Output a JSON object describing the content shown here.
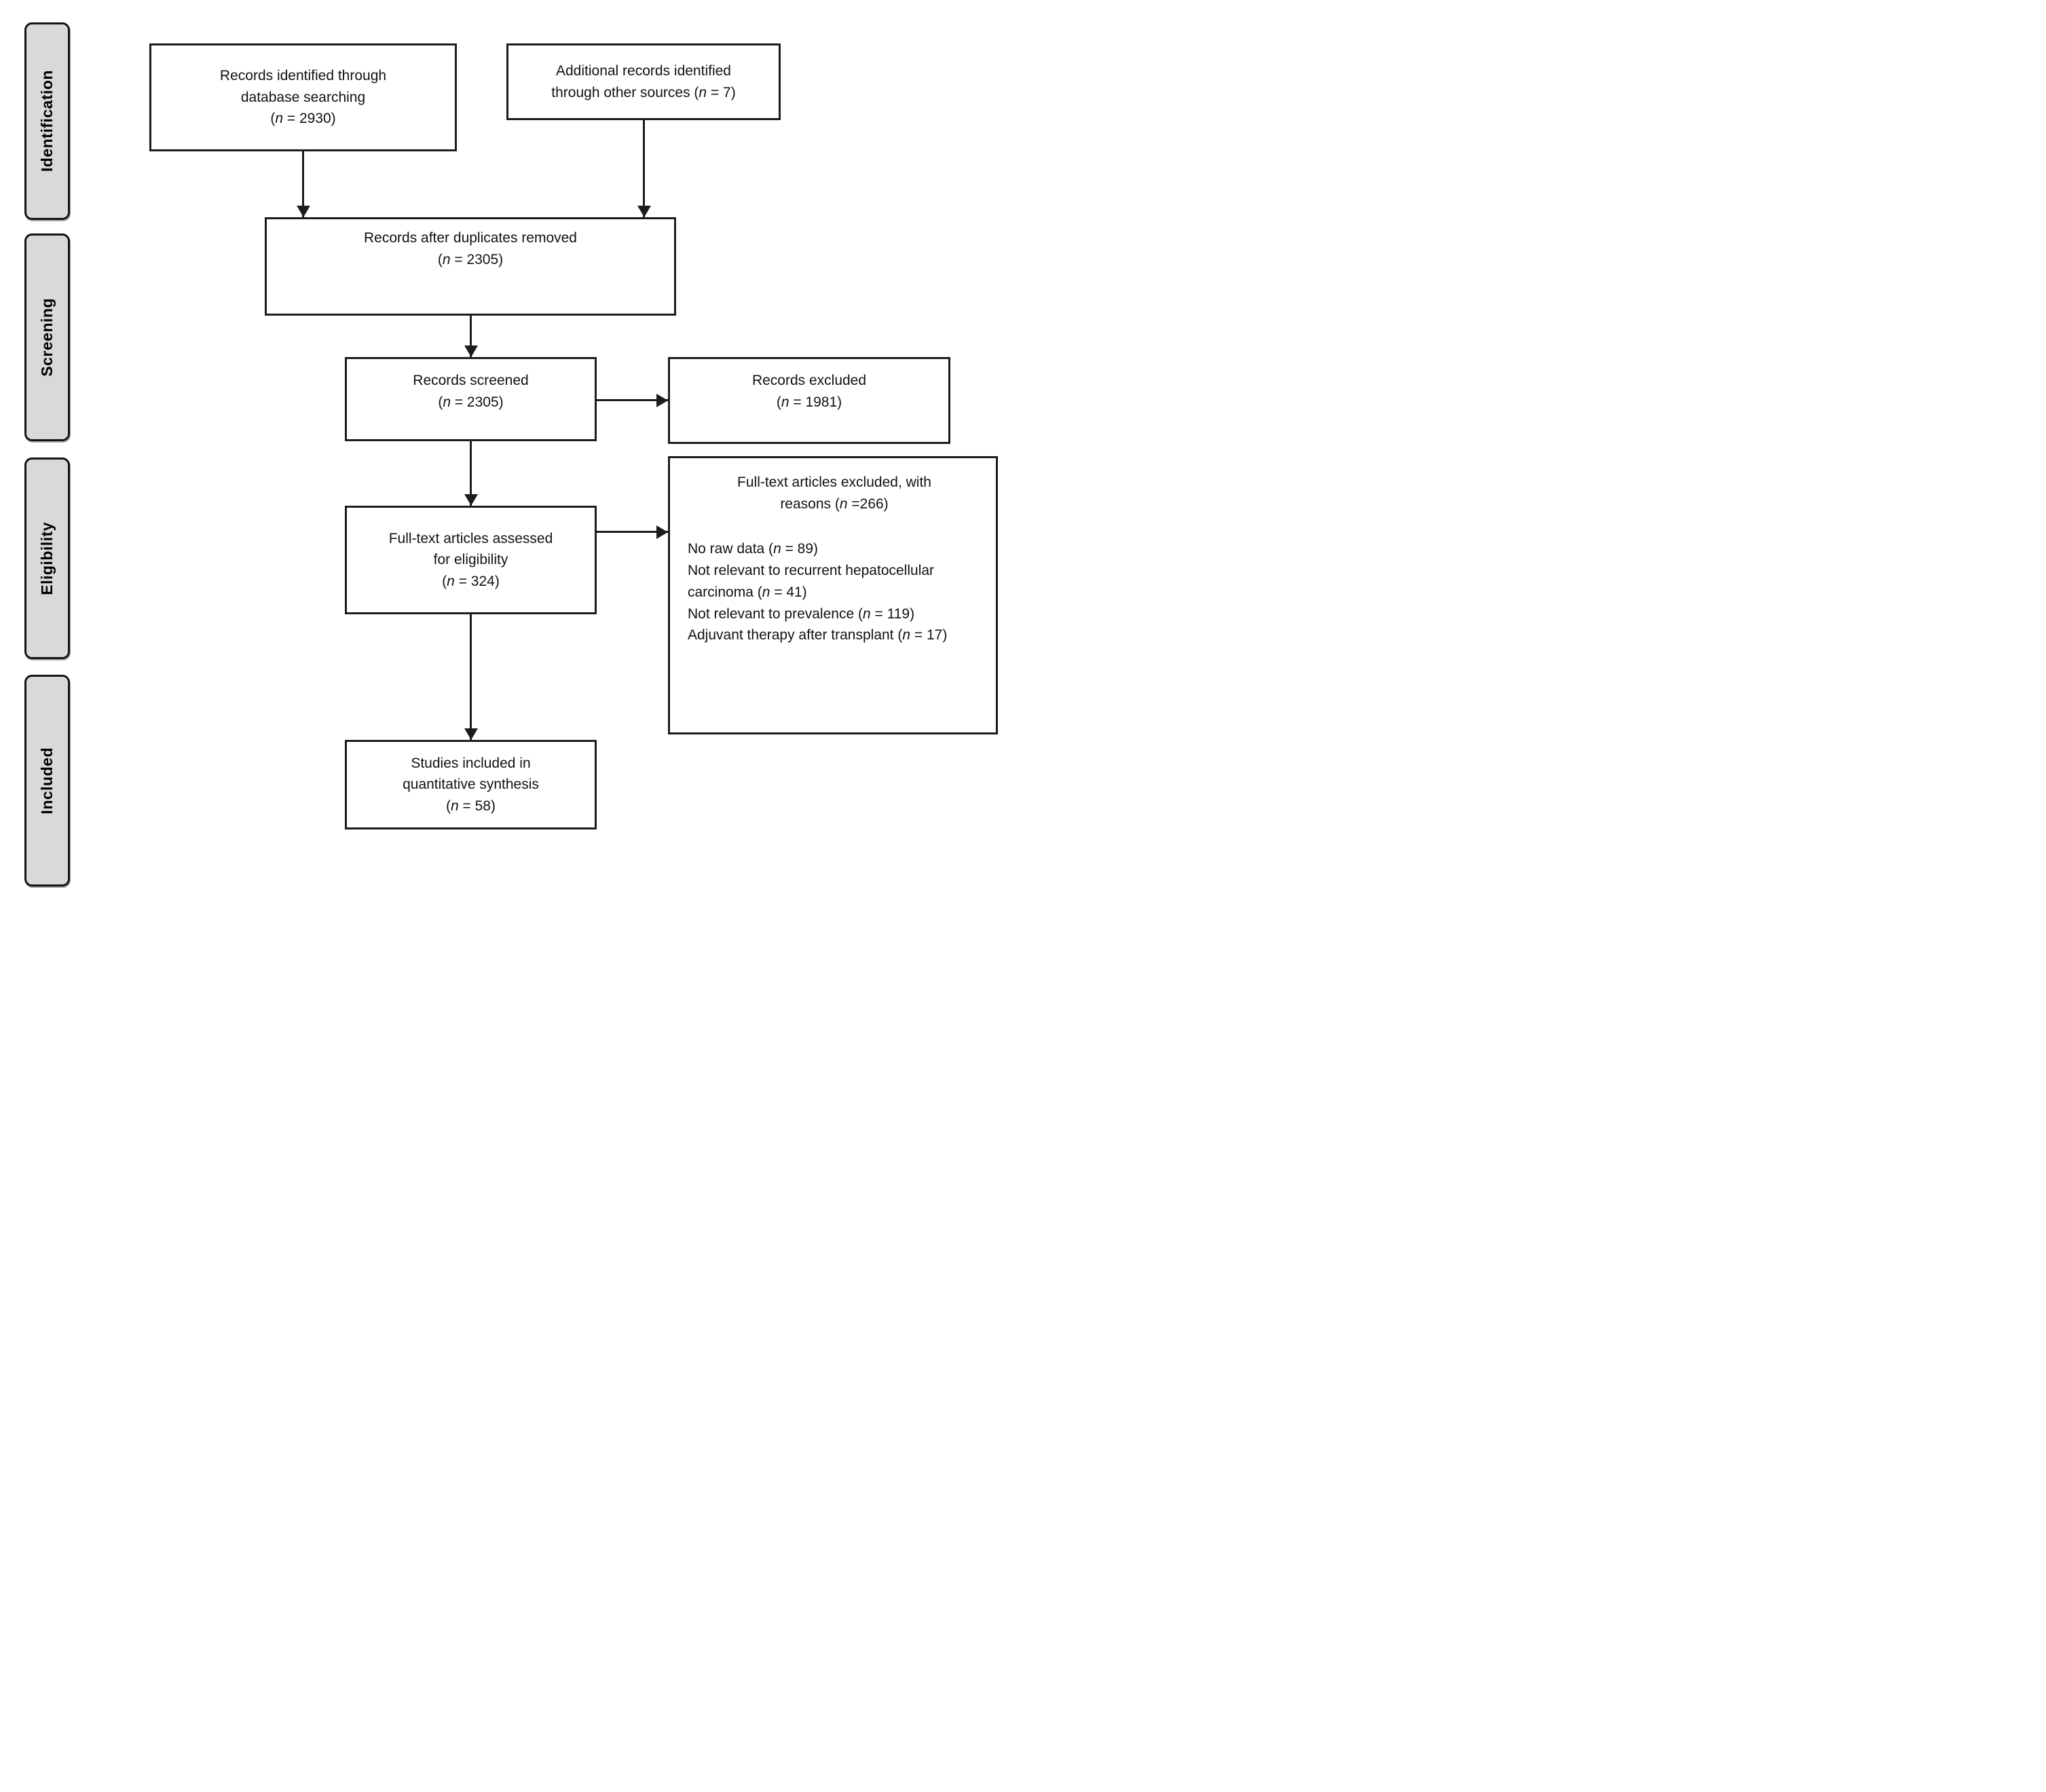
{
  "stages": [
    {
      "label": "Identification"
    },
    {
      "label": "Screening"
    },
    {
      "label": "Eligibility"
    },
    {
      "label": "Included"
    }
  ],
  "boxes": {
    "db_search": {
      "text": "Records identified through\ndatabase searching\n(n = 2930)"
    },
    "other_sources": {
      "text": "Additional records identified\nthrough other sources (n = 7)"
    },
    "dedup": {
      "text": "Records after duplicates removed\n(n = 2305)"
    },
    "screened": {
      "text": "Records screened\n(n = 2305)"
    },
    "excluded": {
      "text": "Records excluded\n(n = 1981)"
    },
    "fulltext": {
      "text": "Full-text articles assessed\nfor eligibility\n(n = 324)"
    },
    "fulltext_excluded": {
      "title": "Full-text articles excluded, with\nreasons (n =266)",
      "reasons": "No raw data (n = 89)\nNot relevant to recurrent hepatocellular carcinoma (n = 41)\nNot relevant to prevalence (n = 119)\nAdjuvant therapy after transplant (n = 17)"
    },
    "included": {
      "text": "Studies included in\nquantitative synthesis\n(n = 58)"
    }
  },
  "colors": {
    "stage_fill": "#d9d9d9",
    "box_border": "#1c1c1c",
    "background": "#ffffff",
    "text": "#111111"
  }
}
